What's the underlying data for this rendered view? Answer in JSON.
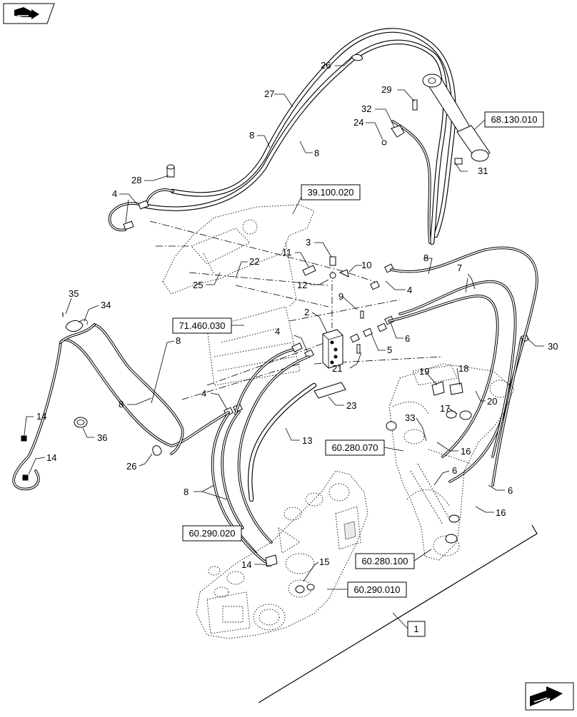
{
  "nav": {
    "prev_icon": "back-arrow-icon",
    "next_icon": "forward-arrow-icon"
  },
  "refs": {
    "r68130010": "68.130.010",
    "r39100020": "39.100.020",
    "r71460030": "71.460.030",
    "r60280070": "60.280.070",
    "r60290020": "60.290.020",
    "r60280100": "60.280.100",
    "r60290010": "60.290.010",
    "r1": "1"
  },
  "callouts": {
    "c26a": "26",
    "c27": "27",
    "c29": "29",
    "c32": "32",
    "c24": "24",
    "c8a": "8",
    "c8b": "8",
    "c31": "31",
    "c28": "28",
    "c4a": "4",
    "c3": "3",
    "c11": "11",
    "c22": "22",
    "c10": "10",
    "c25": "25",
    "c12": "12",
    "c8c": "8",
    "c7": "7",
    "c4b": "4",
    "c9": "9",
    "c35": "35",
    "c34": "34",
    "c2": "2",
    "c4c": "4",
    "c6a": "6",
    "c30": "30",
    "c8d": "8",
    "c5": "5",
    "c21": "21",
    "c19": "19",
    "c18": "18",
    "c20": "20",
    "c17": "17",
    "c4d": "4",
    "c8e": "8",
    "c23": "23",
    "c14a": "14",
    "c36": "36",
    "c13": "13",
    "c33": "33",
    "c16a": "16",
    "c14b": "14",
    "c6b": "6",
    "c26b": "26",
    "c6c": "6",
    "c16b": "16",
    "c8f": "8",
    "c14c": "14",
    "c15": "15"
  }
}
